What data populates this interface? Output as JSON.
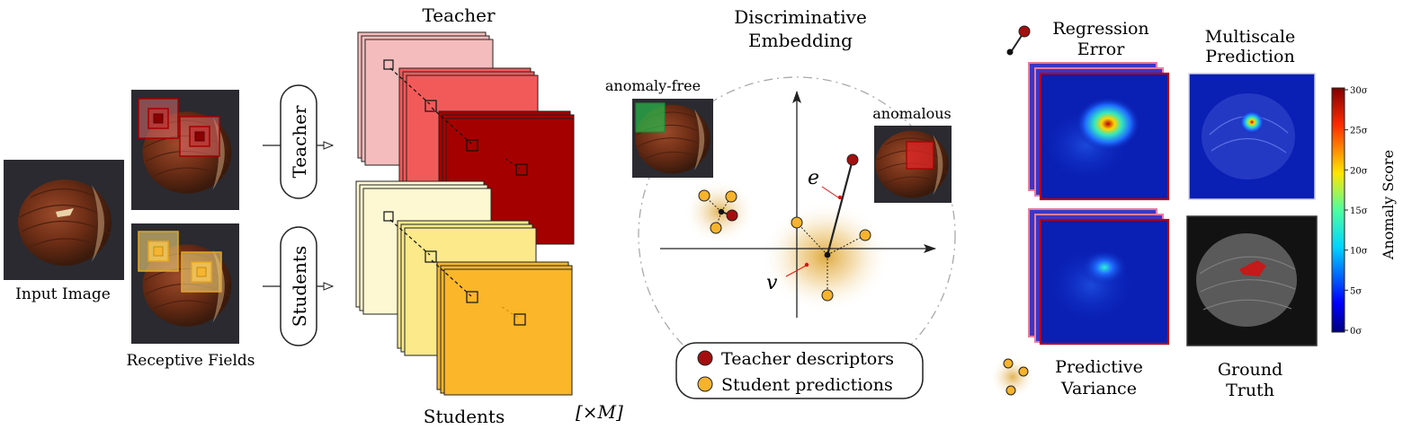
{
  "labels": {
    "input_image": "Input Image",
    "receptive_fields": "Receptive Fields",
    "teacher_net": "Teacher",
    "students_net": "Students",
    "teacher_stack_title": "Teacher",
    "students_stack_title": "Students",
    "ensemble_size": "[×M]",
    "embedding_title_line1": "Discriminative",
    "embedding_title_line2": "Embedding",
    "anomaly_free": "anomaly-free",
    "anomalous": "anomalous",
    "e_symbol": "e",
    "v_symbol": "v",
    "legend_teacher": "Teacher descriptors",
    "legend_student": "Student predictions",
    "regression_line1": "Regression",
    "regression_line2": "Error",
    "variance_line1": "Predictive",
    "variance_line2": "Variance",
    "multiscale_line1": "Multiscale",
    "multiscale_line2": "Prediction",
    "ground_truth_line1": "Ground",
    "ground_truth_line2": "Truth",
    "colorbar_title": "Anomaly Score",
    "colorbar_ticks": [
      "30σ",
      "25σ",
      "20σ",
      "15σ",
      "10σ",
      "5σ",
      "0σ"
    ]
  },
  "colors": {
    "teacher_dark": "#a50000",
    "teacher_mid": "#f25a5a",
    "teacher_light": "#f4bcbc",
    "student_dark": "#fbb62a",
    "student_mid": "#fbe98a",
    "student_light": "#fef8d2",
    "student_dot": "#f7b32b",
    "teacher_dot": "#a30f0f",
    "heatmap_bg": "#0a1fb4",
    "image_bg": "#2a2a30"
  }
}
